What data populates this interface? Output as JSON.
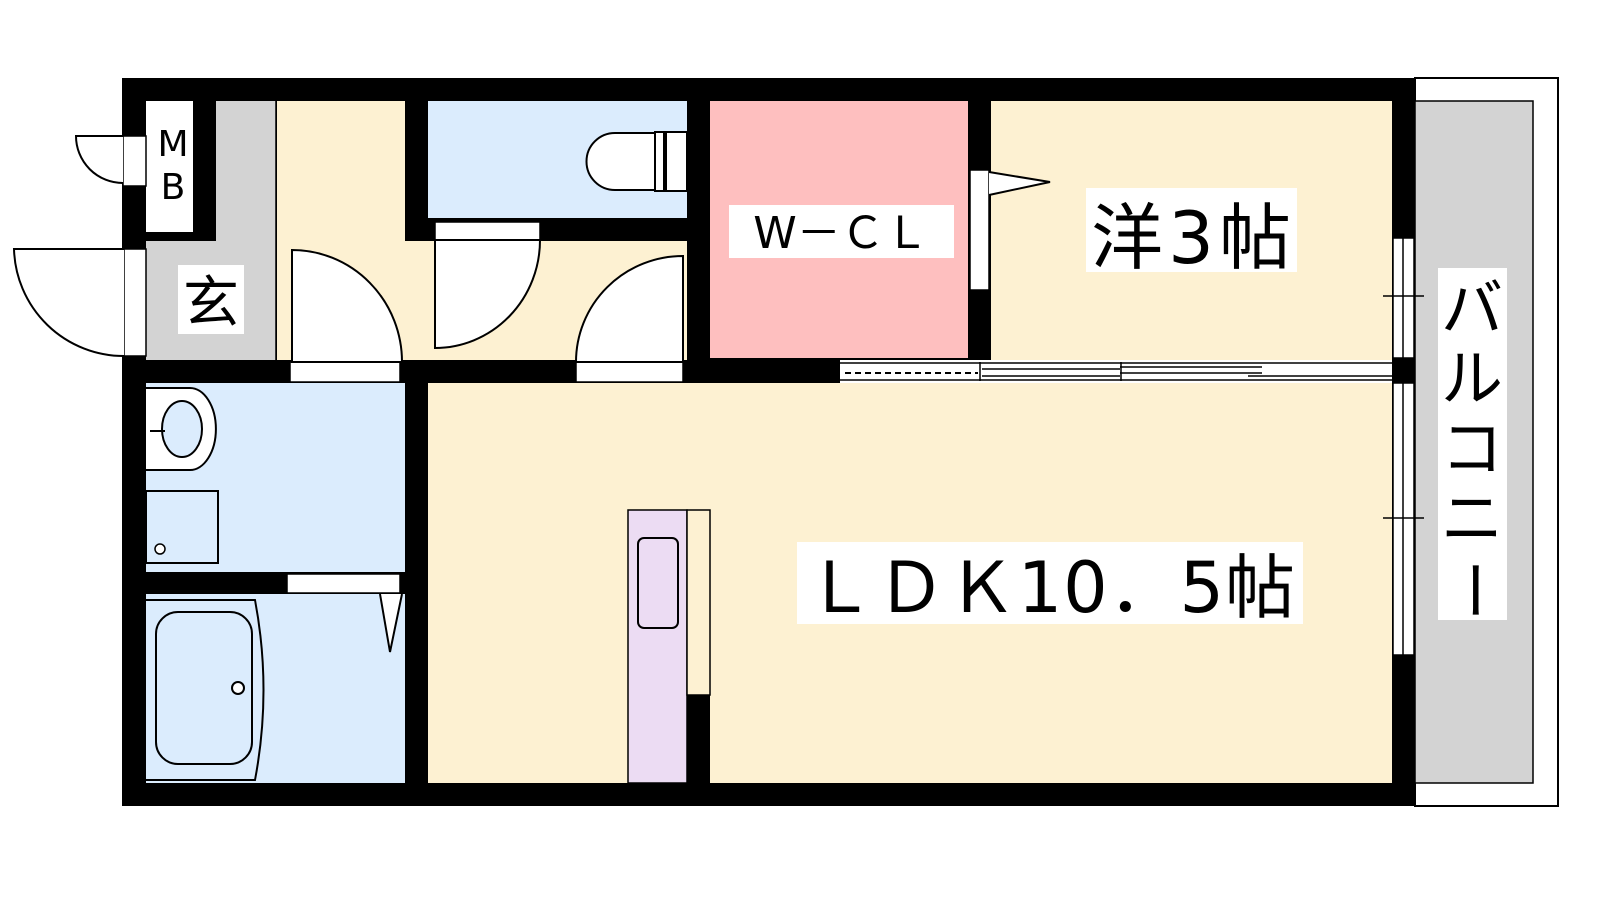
{
  "rooms": {
    "mb": {
      "line1": "M",
      "line2": "B"
    },
    "entrance": {
      "label": "玄"
    },
    "walk_in_closet": {
      "label": "W－ＣＬ"
    },
    "western_room": {
      "label": "洋3帖"
    },
    "ldk": {
      "label": "ＬＤＫ10．5帖"
    },
    "balcony": {
      "chars": [
        "バ",
        "ル",
        "コ",
        "ニ",
        "ー"
      ]
    }
  },
  "colors": {
    "wall": "#000000",
    "living": "#fdf1d2",
    "wet_area": "#dbecfd",
    "closet": "#febfbf",
    "entrance": "#d3d3d3",
    "balcony": "#d3d3d3",
    "kitchen": "#ecdcf3"
  }
}
